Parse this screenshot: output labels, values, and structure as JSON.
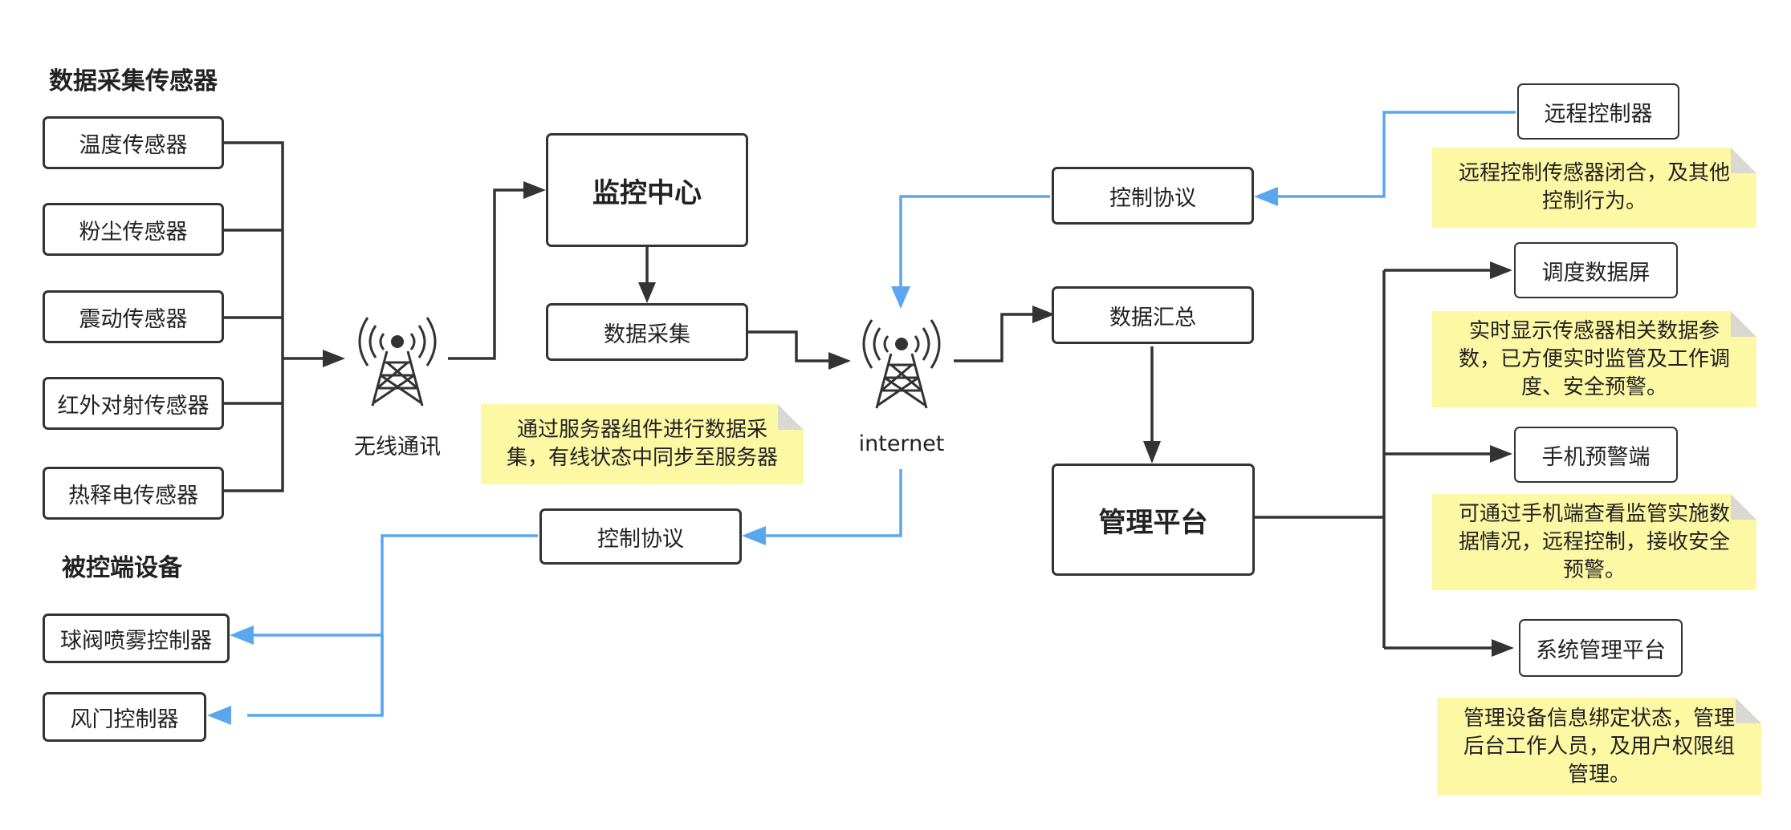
{
  "headings": {
    "sensors": "数据采集传感器",
    "devices": "被控端设备"
  },
  "sensors": [
    "温度传感器",
    "粉尘传感器",
    "震动传感器",
    "红外对射传感器",
    "热释电传感器"
  ],
  "devices": [
    "球阀喷雾控制器",
    "风门控制器"
  ],
  "antenna_labels": {
    "wireless": "无线通讯",
    "internet": "internet"
  },
  "center": {
    "monitor": "监控中心",
    "collect": "数据采集",
    "protocol_top": "控制协议",
    "protocol_bottom": "控制协议",
    "summary": "数据汇总",
    "platform": "管理平台"
  },
  "right_boxes": {
    "remote": "远程控制器",
    "dispatch": "调度数据屏",
    "mobile": "手机预警端",
    "system": "系统管理平台"
  },
  "notes": {
    "server": "通过服务器组件进行数据采集，有线状态中同步至服务器",
    "remote": "远程控制传感器闭合，及其他控制行为。",
    "dispatch": "实时显示传感器相关数据参数，已方便实时监管及工作调度、安全预警。",
    "mobile": "可通过手机端查看监管实施数据情况，远程控制，接收安全预警。",
    "system": "管理设备信息绑定状态，管理后台工作人员，及用户权限组管理。"
  },
  "colors": {
    "line_dark": "#333333",
    "line_blue": "#5aa7ef",
    "note_bg": "#fcf8a4"
  }
}
